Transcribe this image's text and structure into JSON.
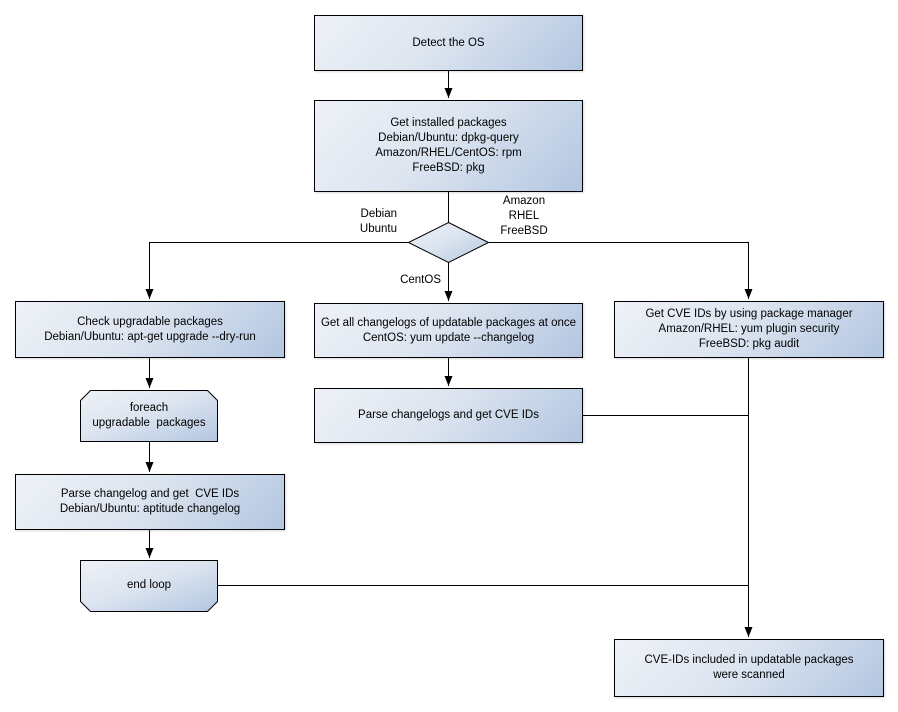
{
  "nodes": {
    "detect_os": {
      "lines": [
        "Detect the OS"
      ]
    },
    "get_installed": {
      "lines": [
        "Get installed packages",
        "Debian/Ubuntu: dpkg-query",
        "Amazon/RHEL/CentOS: rpm",
        "FreeBSD: pkg"
      ]
    },
    "check_upgradable": {
      "lines": [
        "Check upgradable packages",
        "Debian/Ubuntu: apt-get upgrade --dry-run"
      ]
    },
    "foreach_loop": {
      "lines": [
        "foreach",
        "upgradable  packages"
      ]
    },
    "parse_changelog_left": {
      "lines": [
        "Parse changelog and get  CVE IDs",
        "Debian/Ubuntu: aptitude changelog"
      ]
    },
    "end_loop": {
      "lines": [
        "end loop"
      ]
    },
    "get_changelogs": {
      "lines": [
        "Get all changelogs of updatable packages at once",
        "CentOS: yum update --changelog"
      ]
    },
    "parse_changelogs_mid": {
      "lines": [
        "Parse changelogs and get CVE IDs"
      ]
    },
    "get_cve_pkg_mgr": {
      "lines": [
        "Get CVE IDs by using package manager",
        "Amazon/RHEL: yum plugin security",
        "FreeBSD: pkg audit"
      ]
    },
    "result_scanned": {
      "lines": [
        "CVE-IDs included in updatable packages",
        "were scanned"
      ]
    }
  },
  "edge_labels": {
    "debian_ubuntu": [
      "Debian",
      "Ubuntu"
    ],
    "amazon_rhel_freebsd": [
      "Amazon",
      "RHEL",
      "FreeBSD"
    ],
    "centos": [
      "CentOS"
    ]
  },
  "colors": {
    "node_fill_light": "#eef1f7",
    "node_fill_dark": "#b3c6e1",
    "node_border": "#000000",
    "connector": "#000000",
    "text": "#000000",
    "background": "#ffffff"
  }
}
